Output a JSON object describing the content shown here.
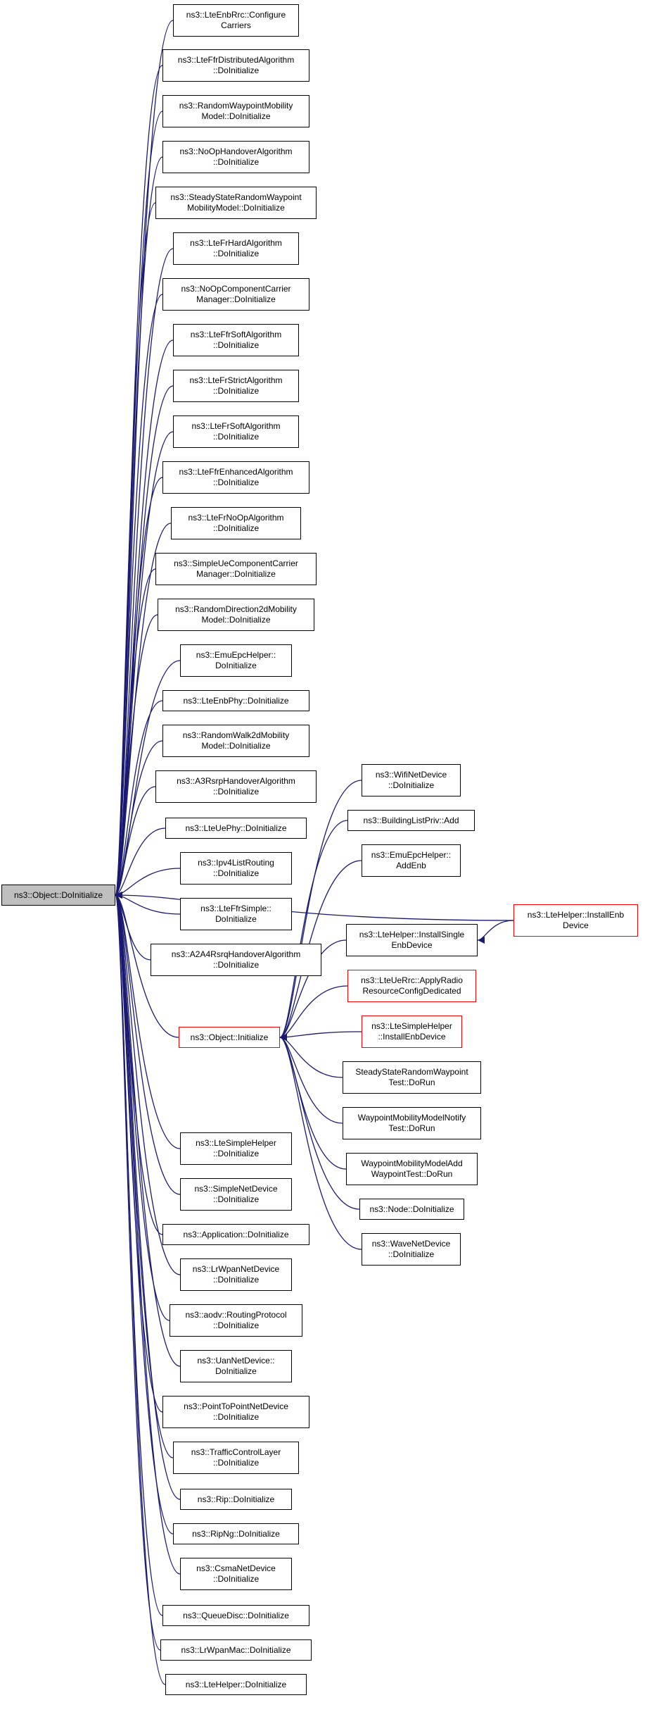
{
  "graph": {
    "edge_color": "#191970",
    "root_fill": "#bfbfbf",
    "highlight_border": "#ff0000",
    "nodes": [
      {
        "id": "root",
        "lines": [
          "ns3::Object::DoInitialize"
        ],
        "style": "root"
      },
      {
        "id": "l1",
        "lines": [
          "ns3::LteEnbRrc::Configure",
          "Carriers"
        ]
      },
      {
        "id": "l2",
        "lines": [
          "ns3::LteFfrDistributedAlgorithm",
          "::DoInitialize"
        ]
      },
      {
        "id": "l3",
        "lines": [
          "ns3::RandomWaypointMobility",
          "Model::DoInitialize"
        ]
      },
      {
        "id": "l4",
        "lines": [
          "ns3::NoOpHandoverAlgorithm",
          "::DoInitialize"
        ]
      },
      {
        "id": "l5",
        "lines": [
          "ns3::SteadyStateRandomWaypoint",
          "MobilityModel::DoInitialize"
        ]
      },
      {
        "id": "l6",
        "lines": [
          "ns3::LteFrHardAlgorithm",
          "::DoInitialize"
        ]
      },
      {
        "id": "l7",
        "lines": [
          "ns3::NoOpComponentCarrier",
          "Manager::DoInitialize"
        ]
      },
      {
        "id": "l8",
        "lines": [
          "ns3::LteFfrSoftAlgorithm",
          "::DoInitialize"
        ]
      },
      {
        "id": "l9",
        "lines": [
          "ns3::LteFrStrictAlgorithm",
          "::DoInitialize"
        ]
      },
      {
        "id": "l10",
        "lines": [
          "ns3::LteFrSoftAlgorithm",
          "::DoInitialize"
        ]
      },
      {
        "id": "l11",
        "lines": [
          "ns3::LteFfrEnhancedAlgorithm",
          "::DoInitialize"
        ]
      },
      {
        "id": "l12",
        "lines": [
          "ns3::LteFrNoOpAlgorithm",
          "::DoInitialize"
        ]
      },
      {
        "id": "l13",
        "lines": [
          "ns3::SimpleUeComponentCarrier",
          "Manager::DoInitialize"
        ]
      },
      {
        "id": "l14",
        "lines": [
          "ns3::RandomDirection2dMobility",
          "Model::DoInitialize"
        ]
      },
      {
        "id": "l15",
        "lines": [
          "ns3::EmuEpcHelper::",
          "DoInitialize"
        ]
      },
      {
        "id": "l16",
        "lines": [
          "ns3::LteEnbPhy::DoInitialize"
        ]
      },
      {
        "id": "l17",
        "lines": [
          "ns3::RandomWalk2dMobility",
          "Model::DoInitialize"
        ]
      },
      {
        "id": "l18",
        "lines": [
          "ns3::A3RsrpHandoverAlgorithm",
          "::DoInitialize"
        ]
      },
      {
        "id": "l19",
        "lines": [
          "ns3::LteUePhy::DoInitialize"
        ]
      },
      {
        "id": "l20",
        "lines": [
          "ns3::Ipv4ListRouting",
          "::DoInitialize"
        ]
      },
      {
        "id": "l21",
        "lines": [
          "ns3::LteFfrSimple::",
          "DoInitialize"
        ]
      },
      {
        "id": "l22",
        "lines": [
          "ns3::A2A4RsrqHandoverAlgorithm",
          "::DoInitialize"
        ]
      },
      {
        "id": "oi",
        "lines": [
          "ns3::Object::Initialize"
        ],
        "style": "red"
      },
      {
        "id": "l23",
        "lines": [
          "ns3::LteSimpleHelper",
          "::DoInitialize"
        ]
      },
      {
        "id": "l24",
        "lines": [
          "ns3::SimpleNetDevice",
          "::DoInitialize"
        ]
      },
      {
        "id": "l25",
        "lines": [
          "ns3::Application::DoInitialize"
        ]
      },
      {
        "id": "l26",
        "lines": [
          "ns3::LrWpanNetDevice",
          "::DoInitialize"
        ]
      },
      {
        "id": "l27",
        "lines": [
          "ns3::aodv::RoutingProtocol",
          "::DoInitialize"
        ]
      },
      {
        "id": "l28",
        "lines": [
          "ns3::UanNetDevice::",
          "DoInitialize"
        ]
      },
      {
        "id": "l29",
        "lines": [
          "ns3::PointToPointNetDevice",
          "::DoInitialize"
        ]
      },
      {
        "id": "l30",
        "lines": [
          "ns3::TrafficControlLayer",
          "::DoInitialize"
        ]
      },
      {
        "id": "l31",
        "lines": [
          "ns3::Rip::DoInitialize"
        ]
      },
      {
        "id": "l32",
        "lines": [
          "ns3::RipNg::DoInitialize"
        ]
      },
      {
        "id": "l33",
        "lines": [
          "ns3::CsmaNetDevice",
          "::DoInitialize"
        ]
      },
      {
        "id": "l34",
        "lines": [
          "ns3::QueueDisc::DoInitialize"
        ]
      },
      {
        "id": "l35",
        "lines": [
          "ns3::LrWpanMac::DoInitialize"
        ]
      },
      {
        "id": "l36",
        "lines": [
          "ns3::LteHelper::DoInitialize"
        ]
      },
      {
        "id": "r1",
        "lines": [
          "ns3::WifiNetDevice",
          "::DoInitialize"
        ]
      },
      {
        "id": "r2",
        "lines": [
          "ns3::BuildingListPriv::Add"
        ]
      },
      {
        "id": "r3",
        "lines": [
          "ns3::EmuEpcHelper::",
          "AddEnb"
        ]
      },
      {
        "id": "r4",
        "lines": [
          "ns3::LteHelper::InstallSingle",
          "EnbDevice"
        ]
      },
      {
        "id": "r5",
        "lines": [
          "ns3::LteUeRrc::ApplyRadio",
          "ResourceConfigDedicated"
        ],
        "style": "red"
      },
      {
        "id": "r6",
        "lines": [
          "ns3::LteSimpleHelper",
          "::InstallEnbDevice"
        ],
        "style": "red"
      },
      {
        "id": "r7",
        "lines": [
          "SteadyStateRandomWaypoint",
          "Test::DoRun"
        ]
      },
      {
        "id": "r8",
        "lines": [
          "WaypointMobilityModelNotify",
          "Test::DoRun"
        ]
      },
      {
        "id": "r9",
        "lines": [
          "WaypointMobilityModelAdd",
          "WaypointTest::DoRun"
        ]
      },
      {
        "id": "r10",
        "lines": [
          "ns3::Node::DoInitialize"
        ]
      },
      {
        "id": "r11",
        "lines": [
          "ns3::WaveNetDevice",
          "::DoInitialize"
        ]
      },
      {
        "id": "x1",
        "lines": [
          "ns3::LteHelper::InstallEnb",
          "Device"
        ],
        "style": "red"
      }
    ],
    "edges": [
      [
        "l1",
        "root"
      ],
      [
        "l2",
        "root"
      ],
      [
        "l3",
        "root"
      ],
      [
        "l4",
        "root"
      ],
      [
        "l5",
        "root"
      ],
      [
        "l6",
        "root"
      ],
      [
        "l7",
        "root"
      ],
      [
        "l8",
        "root"
      ],
      [
        "l9",
        "root"
      ],
      [
        "l10",
        "root"
      ],
      [
        "l11",
        "root"
      ],
      [
        "l12",
        "root"
      ],
      [
        "l13",
        "root"
      ],
      [
        "l14",
        "root"
      ],
      [
        "l15",
        "root"
      ],
      [
        "l16",
        "root"
      ],
      [
        "l17",
        "root"
      ],
      [
        "l18",
        "root"
      ],
      [
        "l19",
        "root"
      ],
      [
        "l20",
        "root"
      ],
      [
        "l21",
        "root"
      ],
      [
        "l22",
        "root"
      ],
      [
        "x1",
        "root"
      ],
      [
        "oi",
        "root"
      ],
      [
        "l23",
        "root"
      ],
      [
        "l24",
        "root"
      ],
      [
        "l25",
        "root"
      ],
      [
        "l26",
        "root"
      ],
      [
        "l27",
        "root"
      ],
      [
        "l28",
        "root"
      ],
      [
        "l29",
        "root"
      ],
      [
        "l30",
        "root"
      ],
      [
        "l31",
        "root"
      ],
      [
        "l32",
        "root"
      ],
      [
        "l33",
        "root"
      ],
      [
        "l34",
        "root"
      ],
      [
        "l35",
        "root"
      ],
      [
        "l36",
        "root"
      ],
      [
        "r1",
        "oi"
      ],
      [
        "r2",
        "oi"
      ],
      [
        "r3",
        "oi"
      ],
      [
        "r4",
        "oi"
      ],
      [
        "r5",
        "oi"
      ],
      [
        "r6",
        "oi"
      ],
      [
        "r7",
        "oi"
      ],
      [
        "r8",
        "oi"
      ],
      [
        "r9",
        "oi"
      ],
      [
        "r10",
        "oi"
      ],
      [
        "r11",
        "oi"
      ],
      [
        "x1",
        "r4"
      ]
    ]
  }
}
